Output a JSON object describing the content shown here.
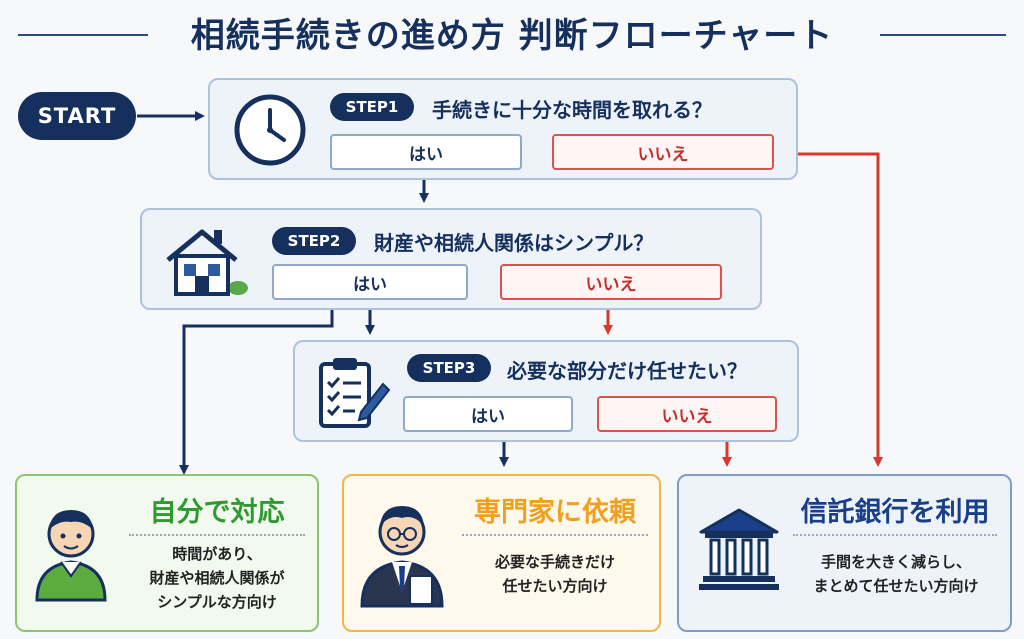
{
  "title": "相続手続きの進め方 判断フローチャート",
  "start_label": "START",
  "steps": [
    {
      "tag": "STEP1",
      "question": "手続きに十分な時間を取れる？",
      "yes": "はい",
      "no": "いいえ",
      "icon": "clock-icon"
    },
    {
      "tag": "STEP2",
      "question": "財産や相続人関係はシンプル？",
      "yes": "はい",
      "no": "いいえ",
      "icon": "house-icon"
    },
    {
      "tag": "STEP3",
      "question": "必要な部分だけ任せたい？",
      "yes": "はい",
      "no": "いいえ",
      "icon": "clipboard-checklist-icon"
    }
  ],
  "results": [
    {
      "title": "自分で対応",
      "desc": [
        "時間があり、",
        "財産や相続人関係が",
        "シンプルな方向け"
      ],
      "icon": "person-icon",
      "color": "#2f9a2f"
    },
    {
      "title": "専門家に依頼",
      "desc": [
        "必要な手続きだけ",
        "任せたい方向け"
      ],
      "icon": "businessman-icon",
      "color": "#f0a020"
    },
    {
      "title": "信託銀行を利用",
      "desc": [
        "手間を大きく減らし、",
        "まとめて任せたい方向け"
      ],
      "icon": "bank-icon",
      "color": "#1a3f8a"
    }
  ],
  "colors": {
    "navy": "#16305e",
    "red": "#d7392f",
    "green": "#2f9a2f",
    "orange": "#f0a020",
    "blue": "#1a3f8a"
  }
}
